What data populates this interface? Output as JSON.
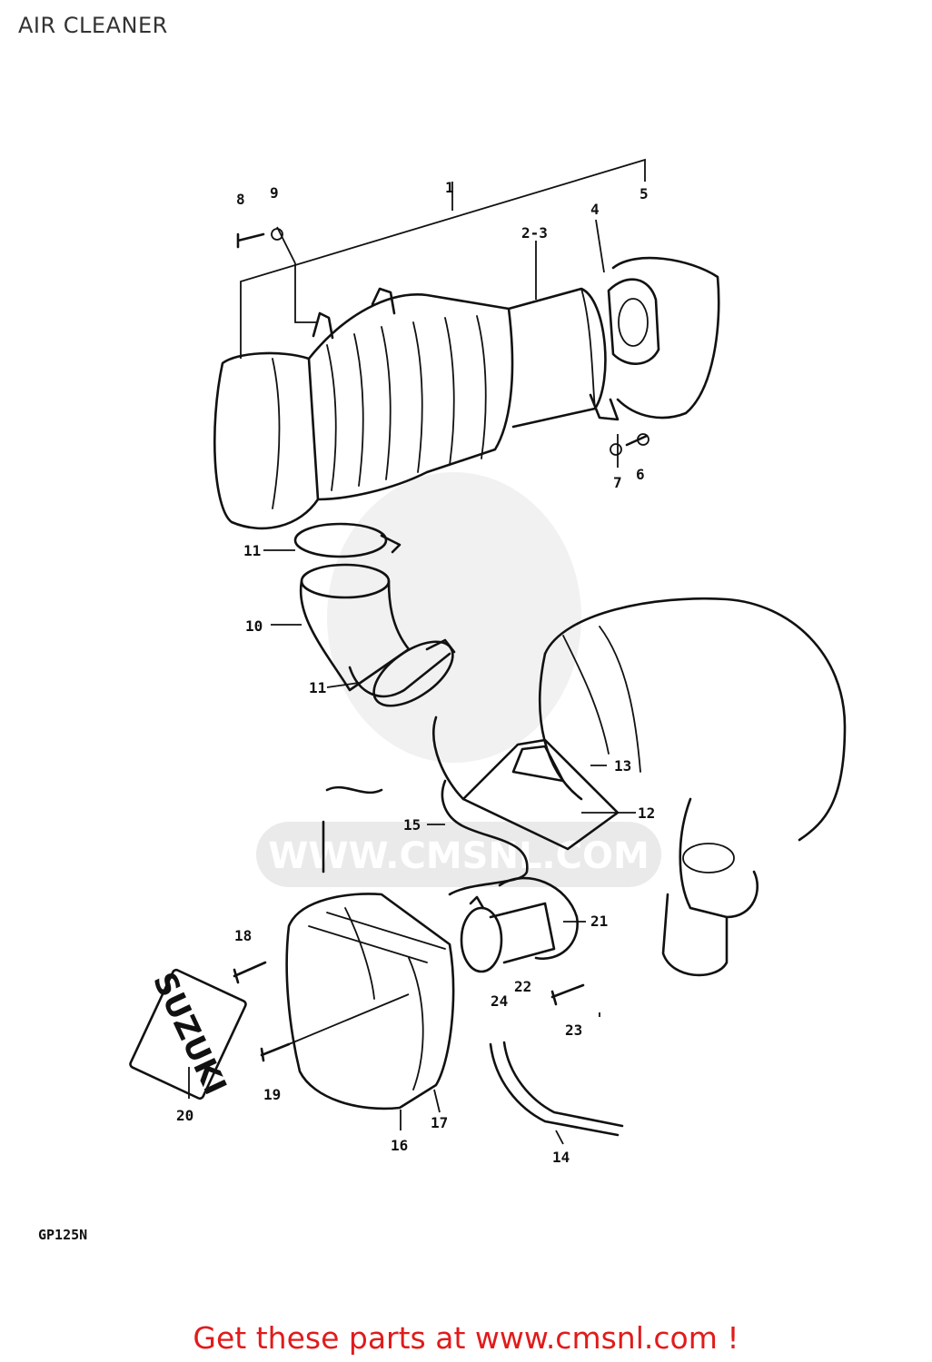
{
  "header": {
    "title": "AIR CLEANER"
  },
  "watermark": {
    "text": "WWW.CMSNL.COM"
  },
  "diagram": {
    "model_code": "GP125N",
    "emblem_text": "SUZUKI",
    "callouts": [
      "1",
      "2-3",
      "4",
      "5",
      "6",
      "7",
      "8",
      "9",
      "10",
      "11",
      "11",
      "12",
      "13",
      "14",
      "15",
      "16",
      "17",
      "18",
      "19",
      "20",
      "21",
      "22",
      "23",
      "24"
    ]
  },
  "footer": {
    "link_text": "Get these parts at www.cmsnl.com !",
    "link_color": "#e11b1b"
  }
}
